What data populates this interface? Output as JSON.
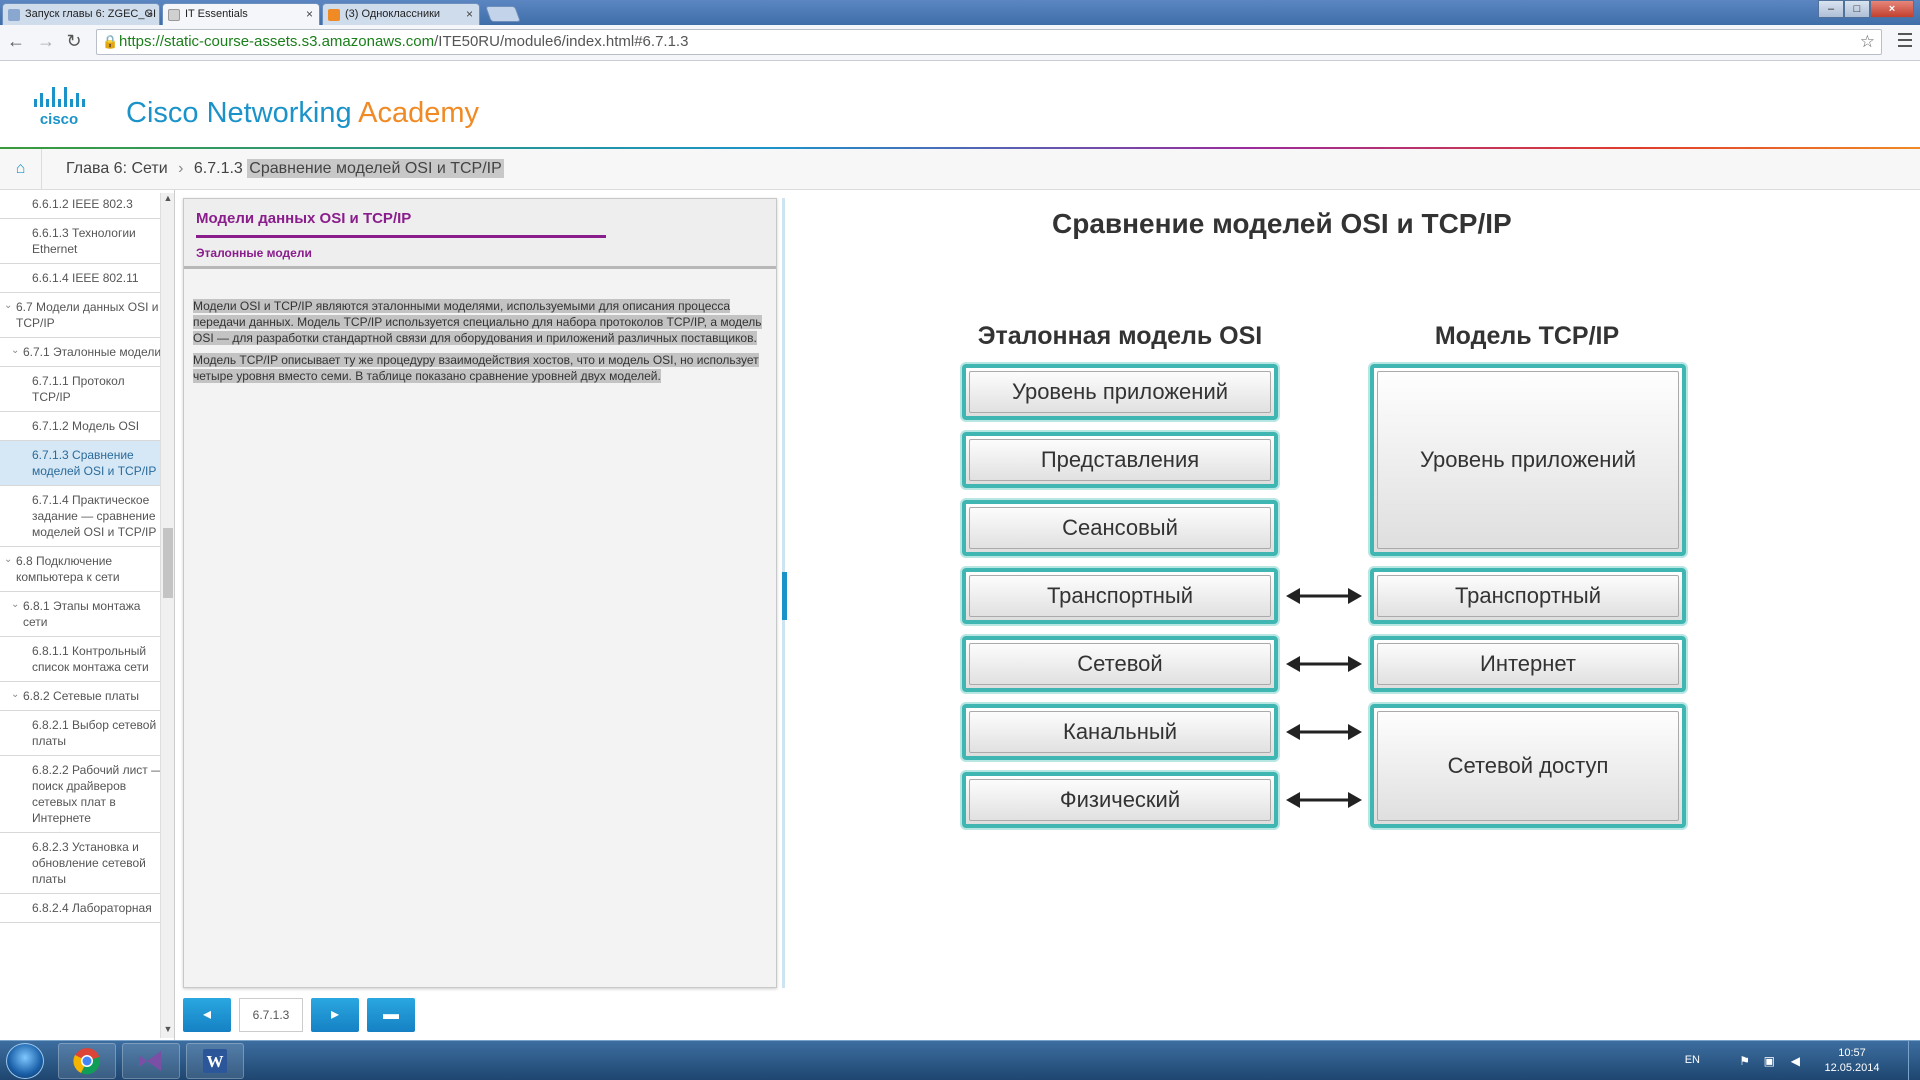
{
  "browser": {
    "tabs": [
      {
        "title": "Запуск главы 6: ZGEC_GI",
        "active": false
      },
      {
        "title": "IT Essentials",
        "active": true
      },
      {
        "title": "(3) Одноклассники",
        "active": false
      }
    ],
    "url_host": "https://static-course-assets.s3.amazonaws.com",
    "url_path": "/ITE50RU/module6/index.html#6.7.1.3"
  },
  "brand": {
    "title_part1": "Cisco Networking",
    "title_part2": "Academy",
    "logo_text": "cisco"
  },
  "breadcrumb": {
    "chapter": "Глава 6: Сети",
    "section_num": "6.7.1.3",
    "section_title": "Сравнение моделей OSI и TCP/IP"
  },
  "sidenav": {
    "items": [
      {
        "label": "6.6.1.2 IEEE 802.3",
        "level": 3
      },
      {
        "label": "6.6.1.3 Технологии Ethernet",
        "level": 3
      },
      {
        "label": "6.6.1.4 IEEE 802.11",
        "level": 3
      },
      {
        "label": "6.7 Модели данных OSI и TCP/IP",
        "level": 1
      },
      {
        "label": "6.7.1 Эталонные модели",
        "level": 2
      },
      {
        "label": "6.7.1.1 Протокол TCP/IP",
        "level": 3
      },
      {
        "label": "6.7.1.2 Модель OSI",
        "level": 3
      },
      {
        "label": "6.7.1.3 Сравнение моделей OSI и TCP/IP",
        "level": 3,
        "active": true
      },
      {
        "label": "6.7.1.4 Практическое задание — сравнение моделей OSI и TCP/IP",
        "level": 3
      },
      {
        "label": "6.8 Подключение компьютера к сети",
        "level": 1
      },
      {
        "label": "6.8.1 Этапы монтажа сети",
        "level": 2
      },
      {
        "label": "6.8.1.1 Контрольный список монтажа сети",
        "level": 3
      },
      {
        "label": "6.8.2 Сетевые платы",
        "level": 2
      },
      {
        "label": "6.8.2.1 Выбор сетевой платы",
        "level": 3
      },
      {
        "label": "6.8.2.2 Рабочий лист — поиск драйверов сетевых плат в Интернете",
        "level": 3
      },
      {
        "label": "6.8.2.3 Установка и обновление сетевой платы",
        "level": 3
      },
      {
        "label": "6.8.2.4 Лабораторная",
        "level": 3
      }
    ]
  },
  "panel": {
    "title": "Модели данных OSI и TCP/IP",
    "subtitle": "Эталонные модели",
    "para1": "Модели OSI и TCP/IP являются эталонными моделями, используемыми для описания процесса передачи данных. Модель TCP/IP используется специально для набора протоколов TCP/IP, а модель OSI — для разработки стандартной связи для оборудования и приложений различных поставщиков.",
    "para2": "Модель TCP/IP описывает ту же процедуру взаимодействия хостов, что и модель OSI, но использует четыре уровня вместо семи. В таблице показано сравнение уровней двух моделей."
  },
  "bottom_nav": {
    "page_label": "6.7.1.3"
  },
  "diagram": {
    "title": "Сравнение моделей OSI и TCP/IP",
    "osi_title": "Эталонная модель OSI",
    "tcp_title": "Модель TCP/IP",
    "osi_layers": [
      "Уровень приложений",
      "Представления",
      "Сеансовый",
      "Транспортный",
      "Сетевой",
      "Канальный",
      "Физический"
    ],
    "tcp_layers": [
      "Уровень приложений",
      "Транспортный",
      "Интернет",
      "Сетевой доступ"
    ]
  },
  "taskbar": {
    "lang": "EN",
    "time": "10:57",
    "date": "12.05.2014"
  }
}
